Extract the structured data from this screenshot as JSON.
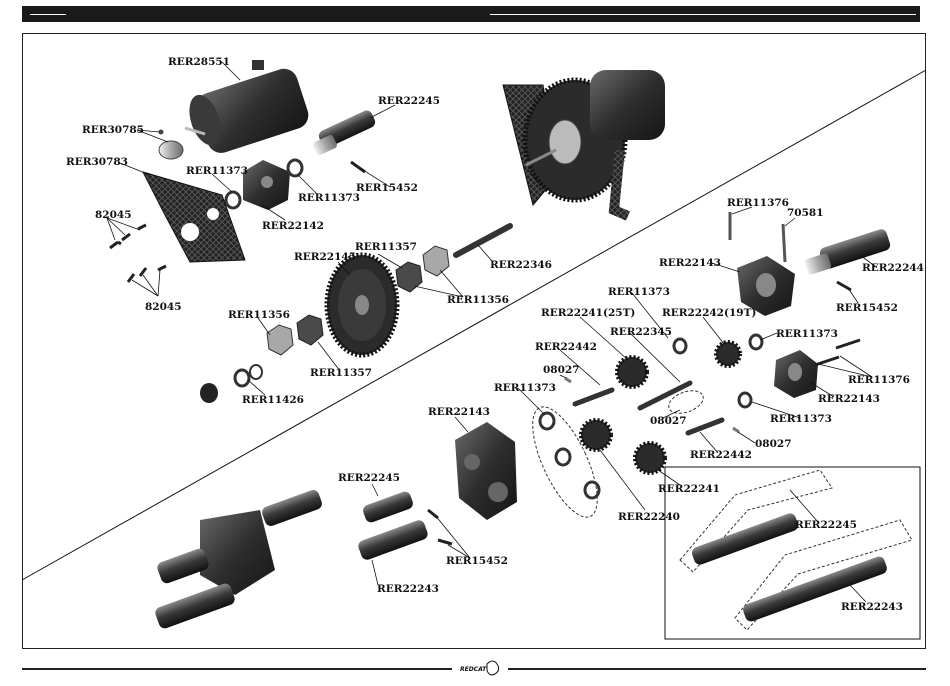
{
  "labels": {
    "RER28551": "RER28551",
    "RER22245_top": "RER22245",
    "RER30785": "RER30785",
    "RER30783": "RER30783",
    "RER11373_a": "RER11373",
    "RER11373_b": "RER11373",
    "RER22142": "RER22142",
    "RER15452_a": "RER15452",
    "R82045_a": "82045",
    "R82045_b": "82045",
    "RER22145": "RER22145",
    "RER11357_a": "RER11357",
    "RER22346": "RER22346",
    "RER11356_a": "RER11356",
    "RER11356_b": "RER11356",
    "RER11357_b": "RER11357",
    "RER11426": "RER11426",
    "RER11376_a": "RER11376",
    "R70581": "70581",
    "RER22143_a": "RER22143",
    "RER22244": "RER22244",
    "RER15452_b": "RER15452",
    "RER11373_c": "RER11373",
    "RER22241_25T": "RER22241(25T)",
    "RER22242_19T": "RER22242(19T)",
    "RER22345": "RER22345",
    "RER11373_d": "RER11373",
    "RER22442_a": "RER22442",
    "R08027_a": "08027",
    "RER11376_b": "RER11376",
    "RER11373_e": "RER11373",
    "RER22143_b": "RER22143",
    "R08027_b": "08027",
    "RER11373_f": "RER11373",
    "R08027_c": "08027",
    "RER22442_b": "RER22442",
    "RER22143_c": "RER22143",
    "RER22241": "RER22241",
    "RER22240": "RER22240",
    "RER22245_mid": "RER22245",
    "RER15452_c": "RER15452",
    "RER22243_mid": "RER22243",
    "RER22245_box": "RER22245",
    "RER22243_box": "RER22243"
  },
  "footer": {
    "logo_text": "REDCAT"
  },
  "colors": {
    "part_dark": "#2b2b2b",
    "part_mid": "#555555",
    "metal": "#c8c8c8",
    "line": "#111111"
  }
}
